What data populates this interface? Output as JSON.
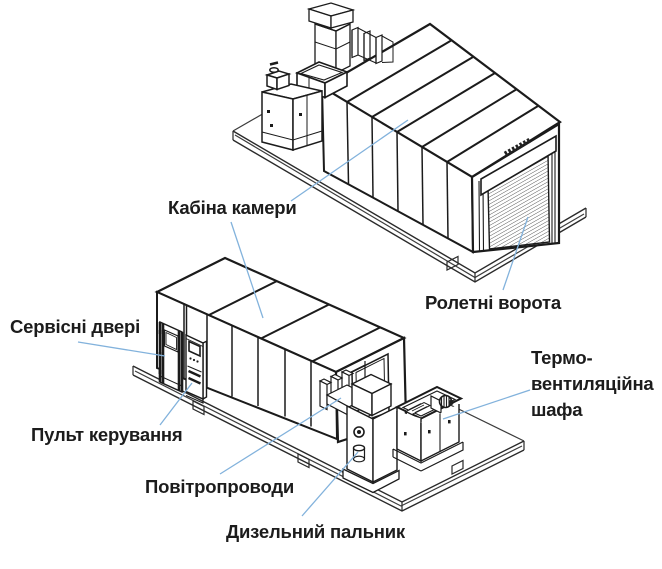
{
  "diagram": {
    "labels": {
      "cabin": "Кабіна камери",
      "roller_gate": "Ролетні ворота",
      "service_door": "Сервісні двері",
      "control_panel": "Пульт керування",
      "air_ducts": "Повітропроводи",
      "diesel_burner": "Дизельний пальник",
      "thermo_line1": "Термо-",
      "thermo_line2": "вентиляційна",
      "thermo_line3": "шафа"
    },
    "colors": {
      "background": "#ffffff",
      "line_art": "#1b1b1b",
      "leader_lines": "#82b2dc",
      "label_text": "#1c1c1c"
    }
  }
}
